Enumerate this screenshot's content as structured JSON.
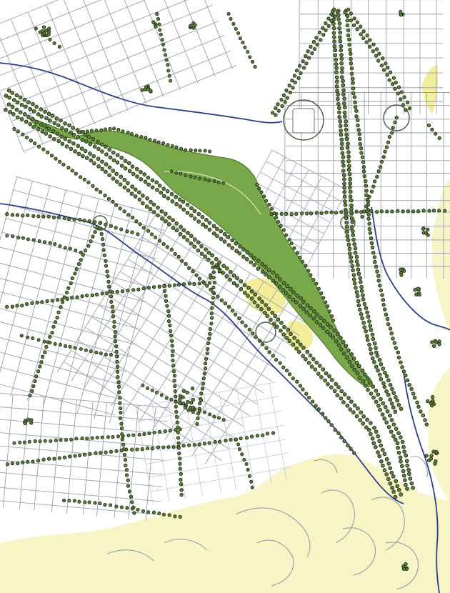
{
  "map": {
    "colors": {
      "background": "#ffffff",
      "streets": "#9aa0ad",
      "streets_light": "#c4c8d0",
      "boundary": "#2b3f8f",
      "park_fill": "#78a84a",
      "park_edge": "#4f7a2e",
      "tree_fill": "#5f7f3a",
      "tree_edge": "#1e2d14",
      "hills": "#f7f4c6",
      "sand": "#f3ee9c",
      "hill_roads": "#8fa2a8"
    },
    "features": [
      "street-grid",
      "tree-lined-boulevards",
      "central-park",
      "roundabouts",
      "district-boundary",
      "southern-hills"
    ]
  }
}
